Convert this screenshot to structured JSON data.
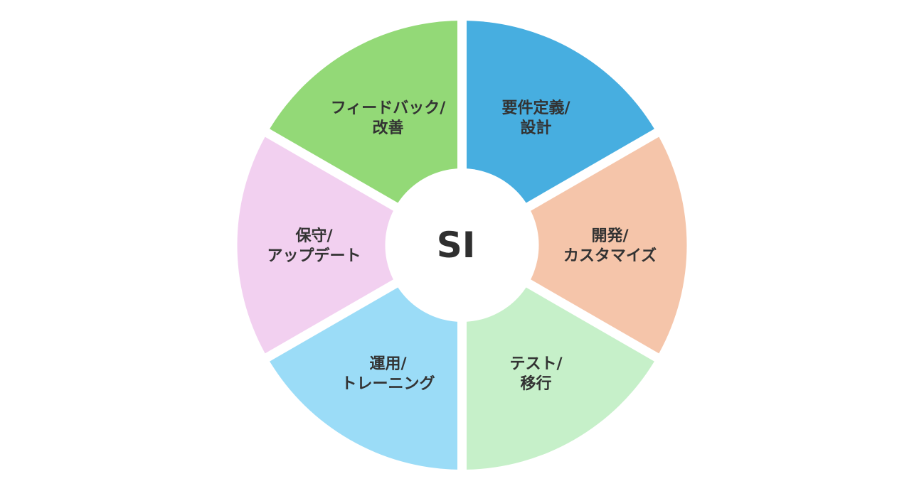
{
  "center": {
    "label": "SI"
  },
  "segments": [
    {
      "id": "design",
      "lines": [
        "要件定義/",
        "設計"
      ],
      "color": "#47aee0"
    },
    {
      "id": "develop",
      "lines": [
        "開発/",
        "カスタマイズ"
      ],
      "color": "#f5c5aa"
    },
    {
      "id": "test",
      "lines": [
        "テスト/",
        "移行"
      ],
      "color": "#c6f0c9"
    },
    {
      "id": "operation",
      "lines": [
        "運用/",
        "トレーニング"
      ],
      "color": "#9bdcf7"
    },
    {
      "id": "maintain",
      "lines": [
        "保守/",
        "アップデート"
      ],
      "color": "#f2d0f0"
    },
    {
      "id": "feedback",
      "lines": [
        "フィードバック/",
        "改善"
      ],
      "color": "#93d977"
    }
  ]
}
